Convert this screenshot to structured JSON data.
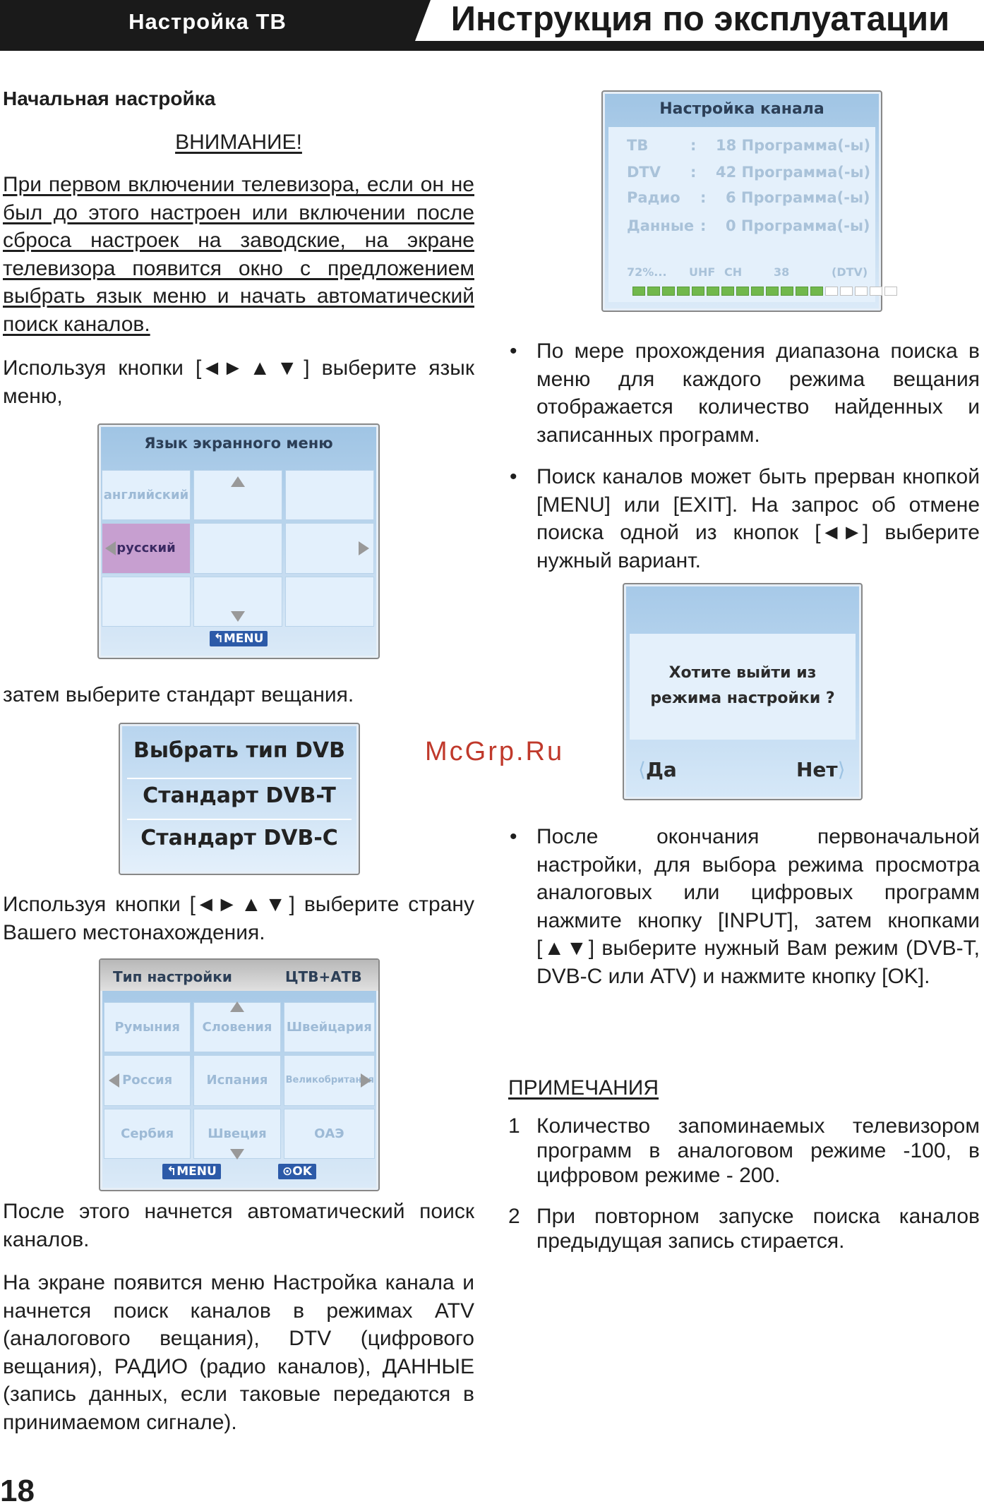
{
  "header": {
    "section": "Настройка ТВ",
    "title": "Инструкция по эксплуатации"
  },
  "left": {
    "section_title": "Начальная настройка",
    "warning_heading": "ВНИМАНИЕ!",
    "warning_text": "При первом включении телевизора, если он не был до этого настроен или включении после сброса настроек на заводские, на экране телевизора появится окно с предложением выбрать язык меню и начать автоматический поиск каналов.",
    "p_lang": "Используя кнопки [◄►▲▼] выберите язык меню,",
    "p_dvb": "затем выберите стандарт вещания.",
    "p_country": "Используя кнопки [◄►▲▼] выберите страну Вашего местонахождения.",
    "p_auto": "После этого начнется автоматический поиск каналов.",
    "p_menu": "На экране появится меню Настройка канала и начнется поиск каналов в режимах ATV (аналогового вещания), DTV (цифрового вещания), РАДИО (радио каналов), ДАННЫЕ (запись данных, если таковые передаются в принимаемом сигнале)."
  },
  "lang_screen": {
    "title": "Язык экранного меню",
    "opt1": "английский",
    "opt2": "русский",
    "menu_btn": "MENU"
  },
  "dvb_screen": {
    "title": "Выбрать тип DVB",
    "opt1": "Стандарт DVB-T",
    "opt2": "Стандарт DVB-C"
  },
  "country_screen": {
    "label": "Тип настройки",
    "value": "ЦТВ+АТВ",
    "countries": [
      "Румыния",
      "Словения",
      "Швейцария",
      "Россия",
      "Испания",
      "Великобритания",
      "Сербия",
      "Швеция",
      "ОАЭ"
    ],
    "menu_btn": "MENU",
    "ok_btn": "OK"
  },
  "channel_screen": {
    "title": "Настройка канала",
    "rows": [
      {
        "name": "ТВ",
        "sep": ":",
        "val": "18 Программа(-ы)"
      },
      {
        "name": "DTV",
        "sep": ":",
        "val": "42 Программа(-ы)"
      },
      {
        "name": "Радио",
        "sep": ":",
        "val": "6 Программа(-ы)"
      },
      {
        "name": "Данные",
        "sep": ":",
        "val": "0 Программа(-ы)"
      }
    ],
    "status": {
      "pct": "72%...",
      "band": "UHF",
      "ch": "CH",
      "num": "38",
      "mode": "(DTV)"
    },
    "progress_fraction": 0.72
  },
  "right": {
    "bullet1": "По мере прохождения диапазона поиска в меню для каждого режима вещания отображается количество найденных и записанных программ.",
    "bullet2": "Поиск каналов может быть прерван кнопкой [MENU] или [EXIT]. На запрос об отмене поиска одной из кнопок [◄►] выберите нужный вариант.",
    "bullet3": "После окончания первоначальной настройки, для выбора режима просмотра аналоговых или цифровых программ нажмите кнопку [INPUT], затем кнопками [▲▼] выберите нужный Вам режим (DVB-T, DVB-C или ATV) и нажмите кнопку [OK].",
    "notes_heading": "ПРИМЕЧАНИЯ",
    "note1_num": "1",
    "note1": "Количество запоминаемых телевизором программ в аналоговом режиме -100, в цифровом режиме - 200.",
    "note2_num": "2",
    "note2": "При повторном запуске поиска каналов предыдущая запись стирается."
  },
  "exit_screen": {
    "question": "Хотите выйти из режима настройки ?",
    "yes": "Да",
    "no": "Нет"
  },
  "bullet_glyph": "•",
  "watermark": "McGrp.Ru",
  "page_number": "18"
}
